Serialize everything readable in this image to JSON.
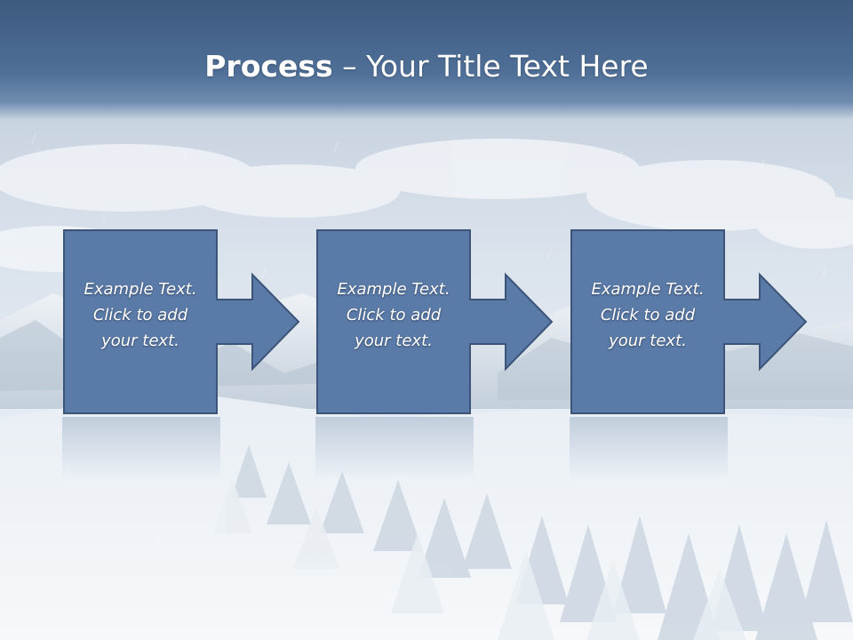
{
  "slide": {
    "title_bold": "Process",
    "title_rest": " – Your Title Text Here",
    "steps": [
      {
        "lines": [
          "Example Text.",
          "Click  to add",
          "your text."
        ]
      },
      {
        "lines": [
          "Example Text.",
          "Click  to add",
          "your text."
        ]
      },
      {
        "lines": [
          "Example Text.",
          "Click  to add",
          "your text."
        ]
      }
    ]
  },
  "colors": {
    "title_band": "#3d5a80",
    "box_fill": "#5a7aa8",
    "box_border": "#3b5478",
    "text": "#ffffff"
  },
  "background": "snowy-mountain-forest"
}
